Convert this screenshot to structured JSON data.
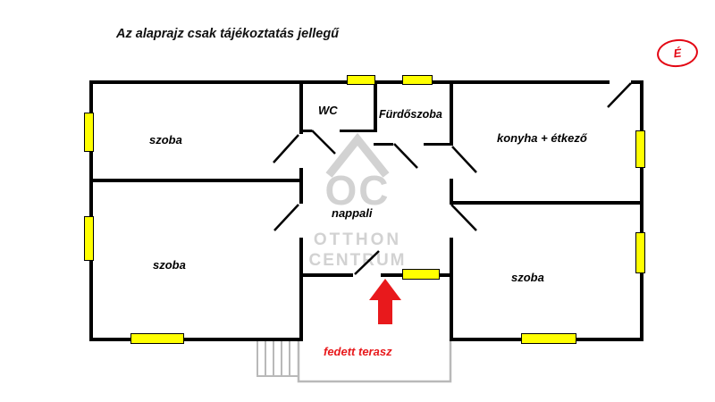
{
  "title": "Az alaprajz csak tájékoztatás jellegű",
  "compass": {
    "label": "É"
  },
  "watermark": {
    "logo": "OC",
    "line1": "OTTHON",
    "line2": "CENTRUM"
  },
  "rooms": [
    {
      "id": "room-top-left",
      "label": "szoba"
    },
    {
      "id": "wc",
      "label": "WC"
    },
    {
      "id": "bathroom",
      "label": "Fürdőszoba"
    },
    {
      "id": "kitchen-dining",
      "label": "konyha + étkező"
    },
    {
      "id": "living-room",
      "label": "nappali"
    },
    {
      "id": "room-bottom-left",
      "label": "szoba"
    },
    {
      "id": "room-bottom-right",
      "label": "szoba"
    },
    {
      "id": "covered-terrace",
      "label": "fedett terasz"
    }
  ],
  "colors": {
    "wall": "#000000",
    "window": "#ffff00",
    "accent_red": "#e8191c",
    "compass_red": "#e30613",
    "terrace_gray": "#b9b9b9",
    "watermark_gray": "#d2d2d2"
  }
}
